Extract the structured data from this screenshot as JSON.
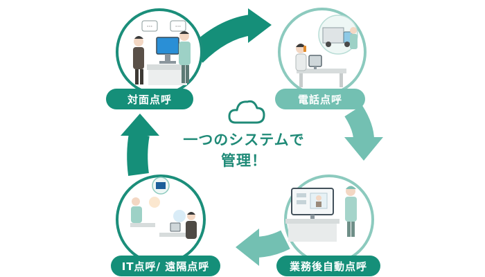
{
  "colors": {
    "ring_dark": "#158f79",
    "ring_light": "#73c0b2",
    "circle_border_dark": "#1b8e7a",
    "circle_border_light": "#8ccabe",
    "center_text": "#1f8a77"
  },
  "center": {
    "icon": "cloud-icon",
    "line1": "一つのシステムで",
    "line2": "管理！"
  },
  "stages": [
    {
      "label": "対面点呼",
      "scene": "face-to-face-rollcall-illustration"
    },
    {
      "label": "電話点呼",
      "scene": "phone-rollcall-illustration"
    },
    {
      "label": "業務後自動点呼",
      "scene": "automated-rollcall-illustration"
    },
    {
      "label": "IT点呼/ 遠隔点呼",
      "scene": "remote-it-rollcall-illustration"
    }
  ]
}
